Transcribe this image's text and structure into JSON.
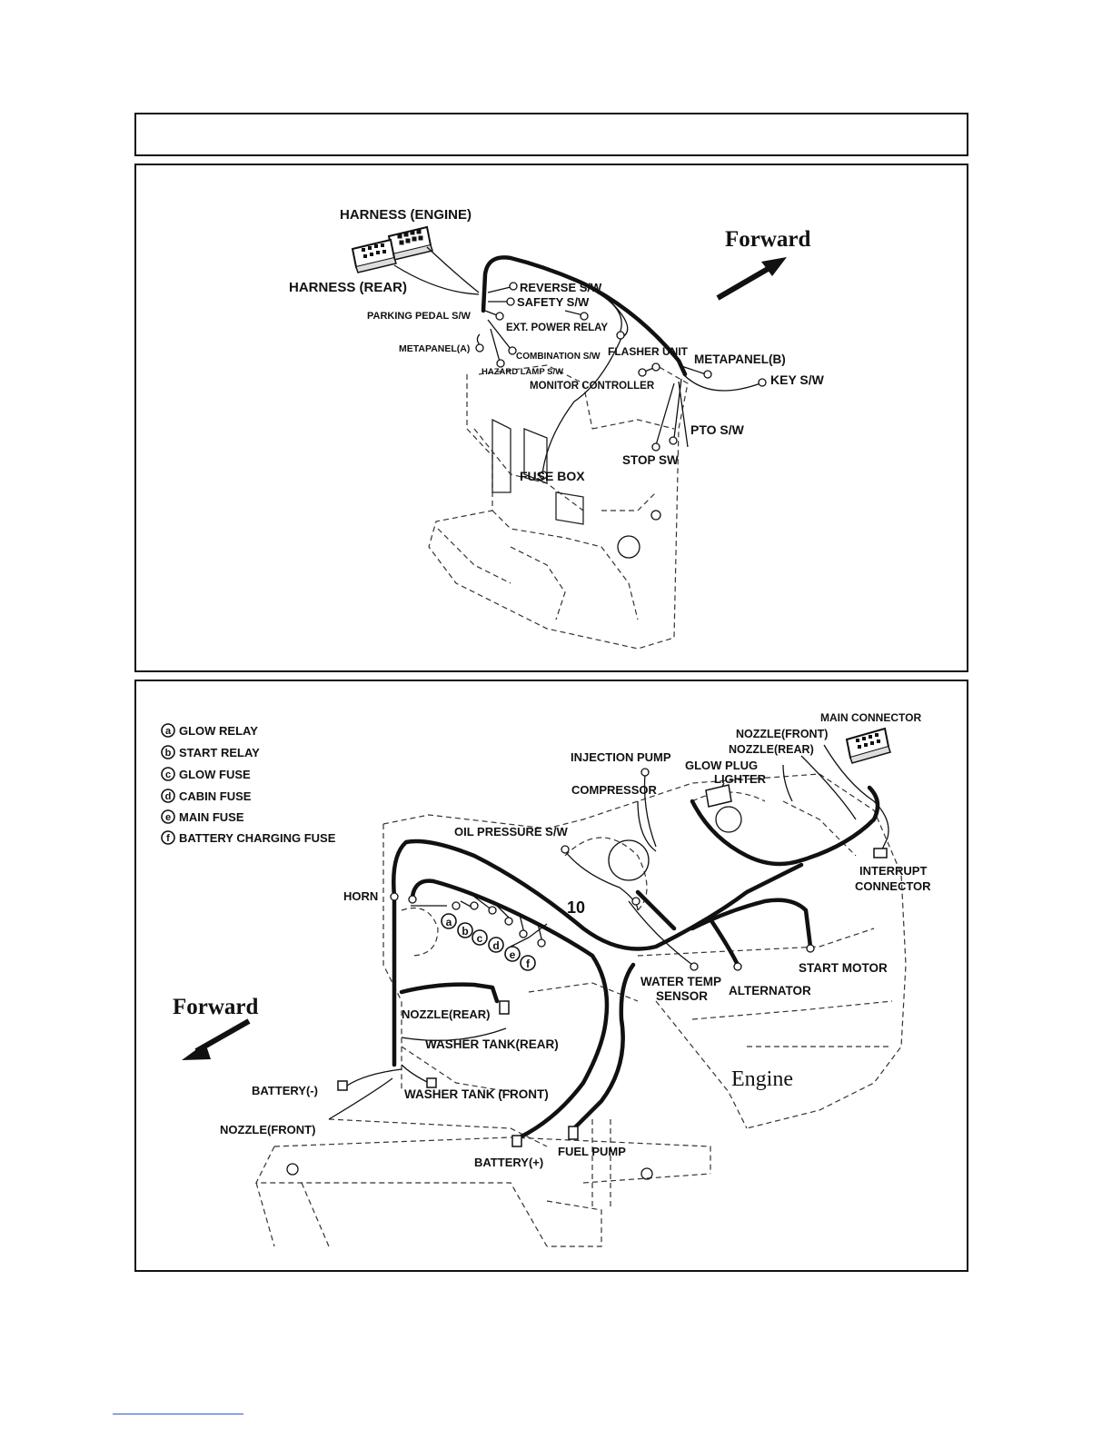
{
  "top_panel": {
    "harness_engine": "HARNESS (ENGINE)",
    "harness_rear": "HARNESS (REAR)",
    "forward": "Forward",
    "reverse_sw": "REVERSE S/W",
    "safety_sw": "SAFETY S/W",
    "parking_pedal_sw": "PARKING PEDAL S/W",
    "ext_power_relay": "EXT. POWER RELAY",
    "metapanel_a": "METAPANEL(A)",
    "combination_sw": "COMBINATION S/W",
    "flasher_unit": "FLASHER UNIT",
    "metapanel_b": "METAPANEL(B)",
    "hazard_lamp_sw": "HAZARD LAMP S/W",
    "key_sw": "KEY S/W",
    "monitor_controller": "MONITOR CONTROLLER",
    "pto_sw": "PTO S/W",
    "stop_sw": "STOP SW",
    "fuse_box": "FUSE BOX"
  },
  "bottom_panel": {
    "legend": [
      {
        "letter": "a",
        "label": "GLOW RELAY"
      },
      {
        "letter": "b",
        "label": "START RELAY"
      },
      {
        "letter": "c",
        "label": "GLOW FUSE"
      },
      {
        "letter": "d",
        "label": "CABIN FUSE"
      },
      {
        "letter": "e",
        "label": "MAIN FUSE"
      },
      {
        "letter": "f",
        "label": "BATTERY CHARGING FUSE"
      }
    ],
    "main_connector": "MAIN CONNECTOR",
    "nozzle_front_top": "NOZZLE(FRONT)",
    "nozzle_rear_top": "NOZZLE(REAR)",
    "injection_pump": "INJECTION PUMP",
    "glow_plug": "GLOW PLUG",
    "lighter": "LIGHTER",
    "compressor": "COMPRESSOR",
    "oil_pressure_sw": "OIL PRESSURE S/W",
    "interrupt_connector_1": "INTERRUPT",
    "interrupt_connector_2": "CONNECTOR",
    "horn": "HORN",
    "ten": "10",
    "start_motor": "START MOTOR",
    "water_temp_1": "WATER TEMP",
    "water_temp_2": "SENSOR",
    "alternator": "ALTERNATOR",
    "forward": "Forward",
    "nozzle_rear": "NOZZLE(REAR)",
    "washer_tank_rear": "WASHER TANK(REAR)",
    "engine": "Engine",
    "battery_minus": "BATTERY(-)",
    "washer_tank_front": "WASHER TANK (FRONT)",
    "nozzle_front": "NOZZLE(FRONT)",
    "battery_plus": "BATTERY(+)",
    "fuel_pump": "FUEL PUMP"
  }
}
